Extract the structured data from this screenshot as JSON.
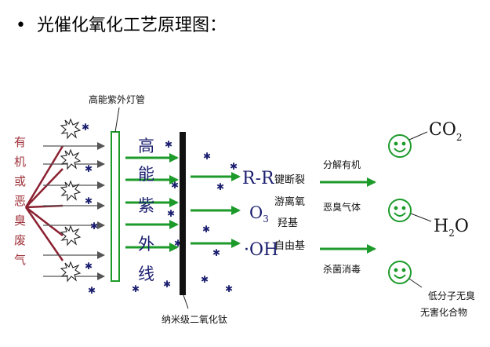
{
  "slide": {
    "bullet": "•",
    "title": "光催化氧化工艺原理图："
  },
  "diagram": {
    "source_label": [
      "有",
      "机",
      "或",
      "恶",
      "臭",
      "废",
      "气"
    ],
    "lamp_label": "高能紫外灯管",
    "uv_label": [
      "高",
      "能",
      "紫",
      "外",
      "线"
    ],
    "catalyst_label": "纳米级二氧化钛",
    "radicals": {
      "rr": "R-R",
      "o3": "O",
      "o3_sub": "3",
      "oh": "·OH"
    },
    "mechanism": {
      "line1": "键断裂",
      "line2": "游离氧",
      "line3": "羟基",
      "line4": "自由基"
    },
    "effects": {
      "decompose_line1": "分解有机",
      "decompose_line2": "恶臭气体",
      "sterilize": "杀菌消毒"
    },
    "products": {
      "co2": "CO",
      "co2_sub": "2",
      "h2o_h": "H",
      "h2o_sub": "2",
      "h2o_o": "O",
      "harmless_line1": "低分子无臭",
      "harmless_line2": "无害化合物"
    },
    "colors": {
      "source_text": "#a0343c",
      "source_lines": "#8b2131",
      "green": "#1c9a2a",
      "dark_blue": "#1b1e6e",
      "arrow_gray": "#555555"
    }
  }
}
